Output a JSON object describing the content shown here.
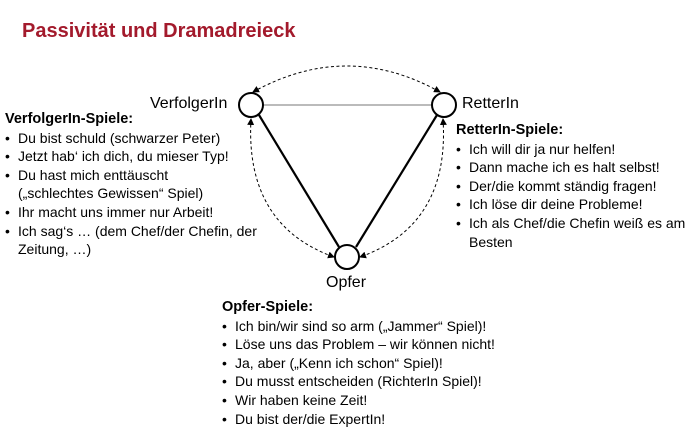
{
  "title": "Passivität und Dramadreieck",
  "nodes": {
    "verfolger": "VerfolgerIn",
    "retter": "RetterIn",
    "opfer": "Opfer"
  },
  "verfolger_games": {
    "heading": "VerfolgerIn-Spiele:",
    "items": [
      "Du bist schuld (schwarzer Peter)",
      "Jetzt hab‘ ich dich, du mieser Typ!",
      "Du hast mich enttäuscht („schlechtes Gewissen“ Spiel)",
      "Ihr macht uns immer nur Arbeit!",
      "Ich sag‘s … (dem Chef/der Chefin, der Zeitung, …)"
    ]
  },
  "retter_games": {
    "heading": "RetterIn-Spiele:",
    "items": [
      "Ich will dir ja nur helfen!",
      "Dann mache ich es halt selbst!",
      "Der/die kommt ständig fragen!",
      "Ich löse dir deine Probleme!",
      "Ich als Chef/die Chefin weiß es am Besten"
    ]
  },
  "opfer_games": {
    "heading": "Opfer-Spiele:",
    "items": [
      "Ich bin/wir sind so arm („Jammer“ Spiel)!",
      "Löse uns das Problem – wir können nicht!",
      "Ja, aber („Kenn ich schon“ Spiel)!",
      "Du musst entscheiden (RichterIn Spiel)!",
      "Wir haben keine Zeit!",
      "Du bist der/die ExpertIn!"
    ]
  },
  "colors": {
    "title": "#a31a2c"
  }
}
